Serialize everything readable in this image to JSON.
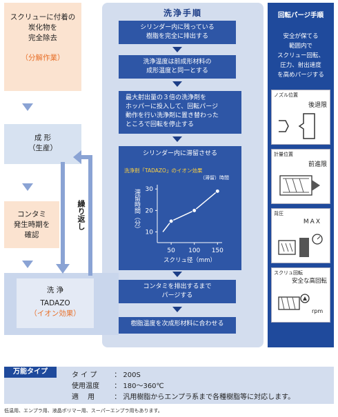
{
  "left": {
    "box1": [
      "スクリューに付着の",
      "炭化物を",
      "完全除去"
    ],
    "box1_sub": "（分解作業）",
    "box2": "成 形\n（生産）",
    "box3": [
      "コンタミ",
      "発生時期を",
      "確認"
    ],
    "box4_title": "洗 浄",
    "box4_brand": "TADAZO",
    "box4_sub": "（イオン効果）",
    "repeat_label": "繰り返し"
  },
  "center": {
    "title": "洗浄手順",
    "step1": "シリンダー内に残っている\n樹脂を完全に排出する",
    "step2": "洗浄温度は前成形材料の\n成形温度と同一とする",
    "step3": "最大射出量の３倍の洗浄剤を\nホッパーに投入して、回転パージ\n動作を行い洗浄剤に置き替わった\nところで回転を停止する",
    "step4": "シリンダー内に滞留させる",
    "step5": "コンタミを排出するまで\nパージする",
    "step6": "樹脂温度を次成形材料に合わせる"
  },
  "chart_data": {
    "type": "line",
    "title": "洗浄剤「TADAZO」のイオン効果",
    "subtitle": "（滞留）時間",
    "xlabel": "スクリュ径（mm）",
    "ylabel": "滞留時間（分）",
    "x": [
      50,
      100,
      150
    ],
    "y": [
      15,
      20,
      29
    ],
    "xticks": [
      "50",
      "100",
      "150"
    ],
    "yticks": [
      "10",
      "20",
      "30"
    ],
    "xlim": [
      20,
      160
    ],
    "ylim": [
      5,
      32
    ],
    "marker_color": "#ffffff",
    "line_color": "#ffffff"
  },
  "right": {
    "title": "回転パージ手順",
    "intro": "安全が保てる\n範囲内で\nスクリュー回転、\n圧力、射出速度\nを高めパージする",
    "cards": [
      {
        "label": "ノズル位置",
        "value": "後退限"
      },
      {
        "label": "計量位置",
        "value": "前進限"
      },
      {
        "label": "背圧",
        "value": "MAX"
      },
      {
        "label": "スクリュ回転",
        "value": "安全な高回転"
      }
    ],
    "rpm_label": "rpm"
  },
  "spec": {
    "tag": "万能タイプ",
    "rows": [
      {
        "key": "タ イ プ",
        "value": "200S"
      },
      {
        "key": "使用温度",
        "value": "180〜360℃"
      },
      {
        "key": "適　 用",
        "value": "汎用樹脂からエンプラ系まで各種樹脂等に対応します。"
      }
    ],
    "footnote": "低温用、エンプラ用、液晶ポリマー用、スーパーエンプラ用もあります。"
  },
  "colors": {
    "panel_bg": "#d3ddee",
    "step_bg": "#2e56a6",
    "right_bg": "#1f4a9c",
    "left_orange": "#fbe3d0",
    "left_blue": "#d7e2f1",
    "accent_orange": "#e8702a"
  }
}
